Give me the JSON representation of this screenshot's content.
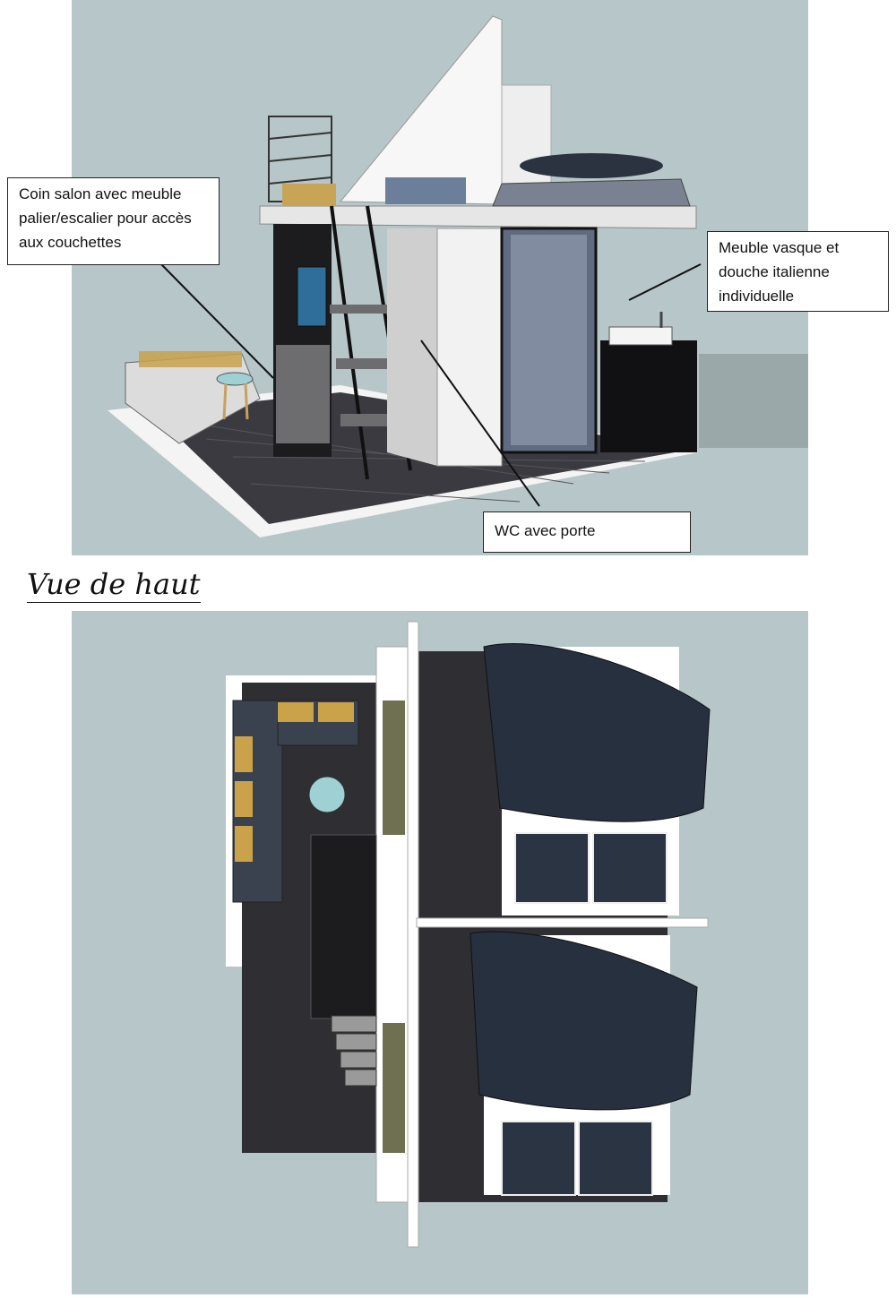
{
  "callouts": {
    "salon": "Coin salon avec meuble palier/escalier pour accès aux couchettes",
    "vasque": "Meuble vasque et douche italienne individuelle",
    "wc": "WC avec porte"
  },
  "section_title": "Vue de haut",
  "colors": {
    "background": "#b7c6c8",
    "floor": "#2f2f33",
    "wall": "#ffffff",
    "furniture_dark": "#1c1c1f",
    "bedding": "#26303f",
    "table_top": "#9fd1d4",
    "cushion_gold": "#c9a24a"
  }
}
